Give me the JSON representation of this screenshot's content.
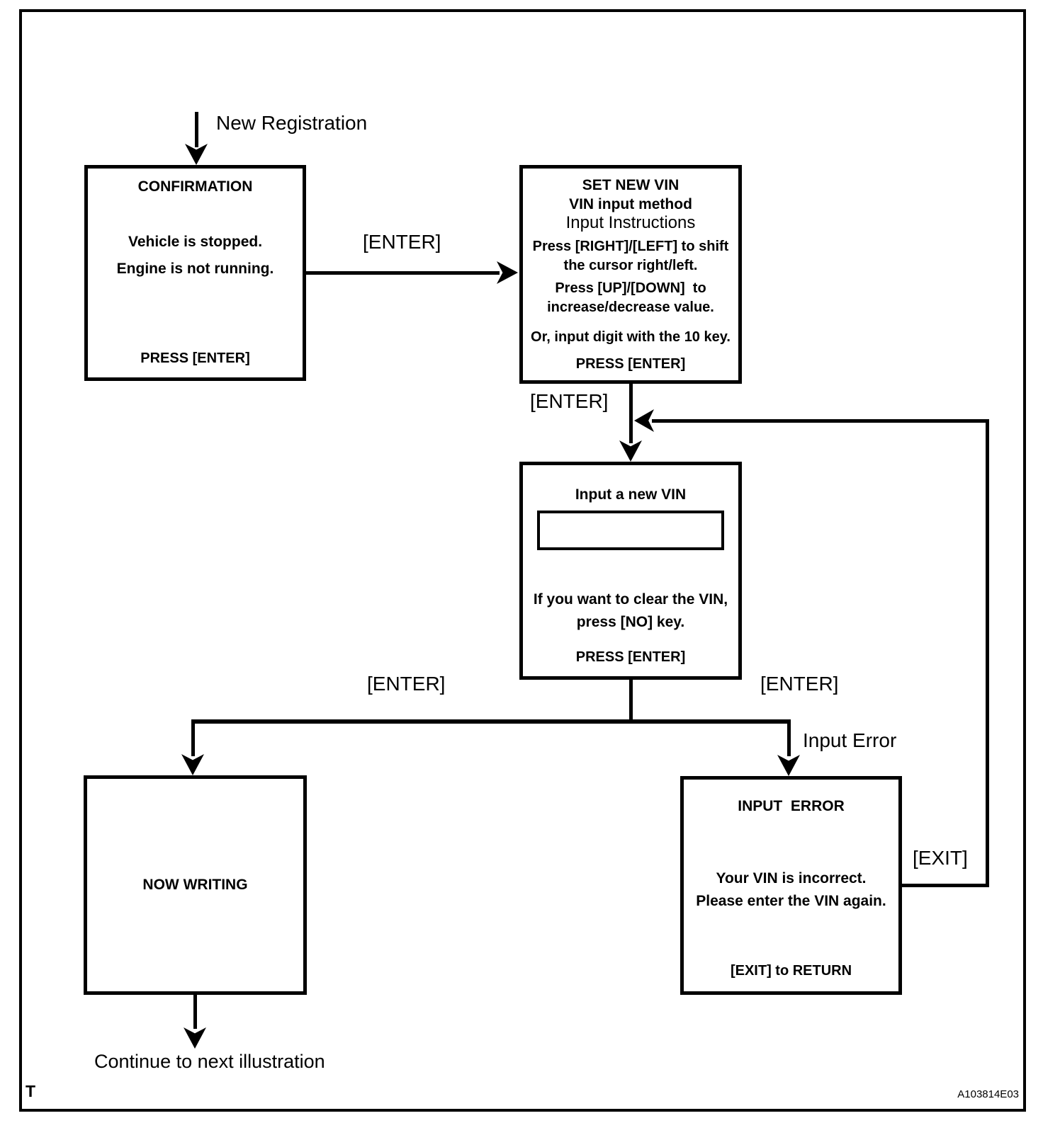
{
  "page": {
    "corner_mark": "T",
    "figure_code": "A103814E03"
  },
  "flow": {
    "entry_label": "New Registration",
    "continue_label": "Continue to next illustration",
    "edge_labels": {
      "enter_to_set_vin": "[ENTER]",
      "enter_to_input_vin": "[ENTER]",
      "enter_left_branch": "[ENTER]",
      "enter_right_branch": "[ENTER]",
      "input_error": "Input Error",
      "exit_loop": "[EXIT]"
    },
    "nodes": {
      "confirmation": {
        "title": "CONFIRMATION",
        "line1": "Vehicle is stopped.",
        "line2": "Engine is not running.",
        "footer": "PRESS [ENTER]"
      },
      "set_new_vin": {
        "title": "SET NEW VIN",
        "subtitle": "VIN input method",
        "heading": "Input Instructions",
        "line1": "Press [RIGHT]/[LEFT] to shift",
        "line2": "the cursor right/left.",
        "line3": "Press [UP]/[DOWN]  to",
        "line4": "increase/decrease value.",
        "line5": "Or, input digit with the 10 key.",
        "footer": "PRESS [ENTER]"
      },
      "input_vin": {
        "title": "Input a new VIN",
        "vin_field_value": "",
        "line1": "If you want to clear the VIN,",
        "line2": "press [NO] key.",
        "footer": "PRESS [ENTER]"
      },
      "now_writing": {
        "title": "NOW WRITING"
      },
      "input_error": {
        "title": "INPUT  ERROR",
        "line1": "Your VIN is incorrect.",
        "line2": "Please enter the VIN again.",
        "footer": "[EXIT] to RETURN"
      }
    }
  },
  "colors": {
    "ink": "#000000",
    "paper": "#ffffff"
  }
}
